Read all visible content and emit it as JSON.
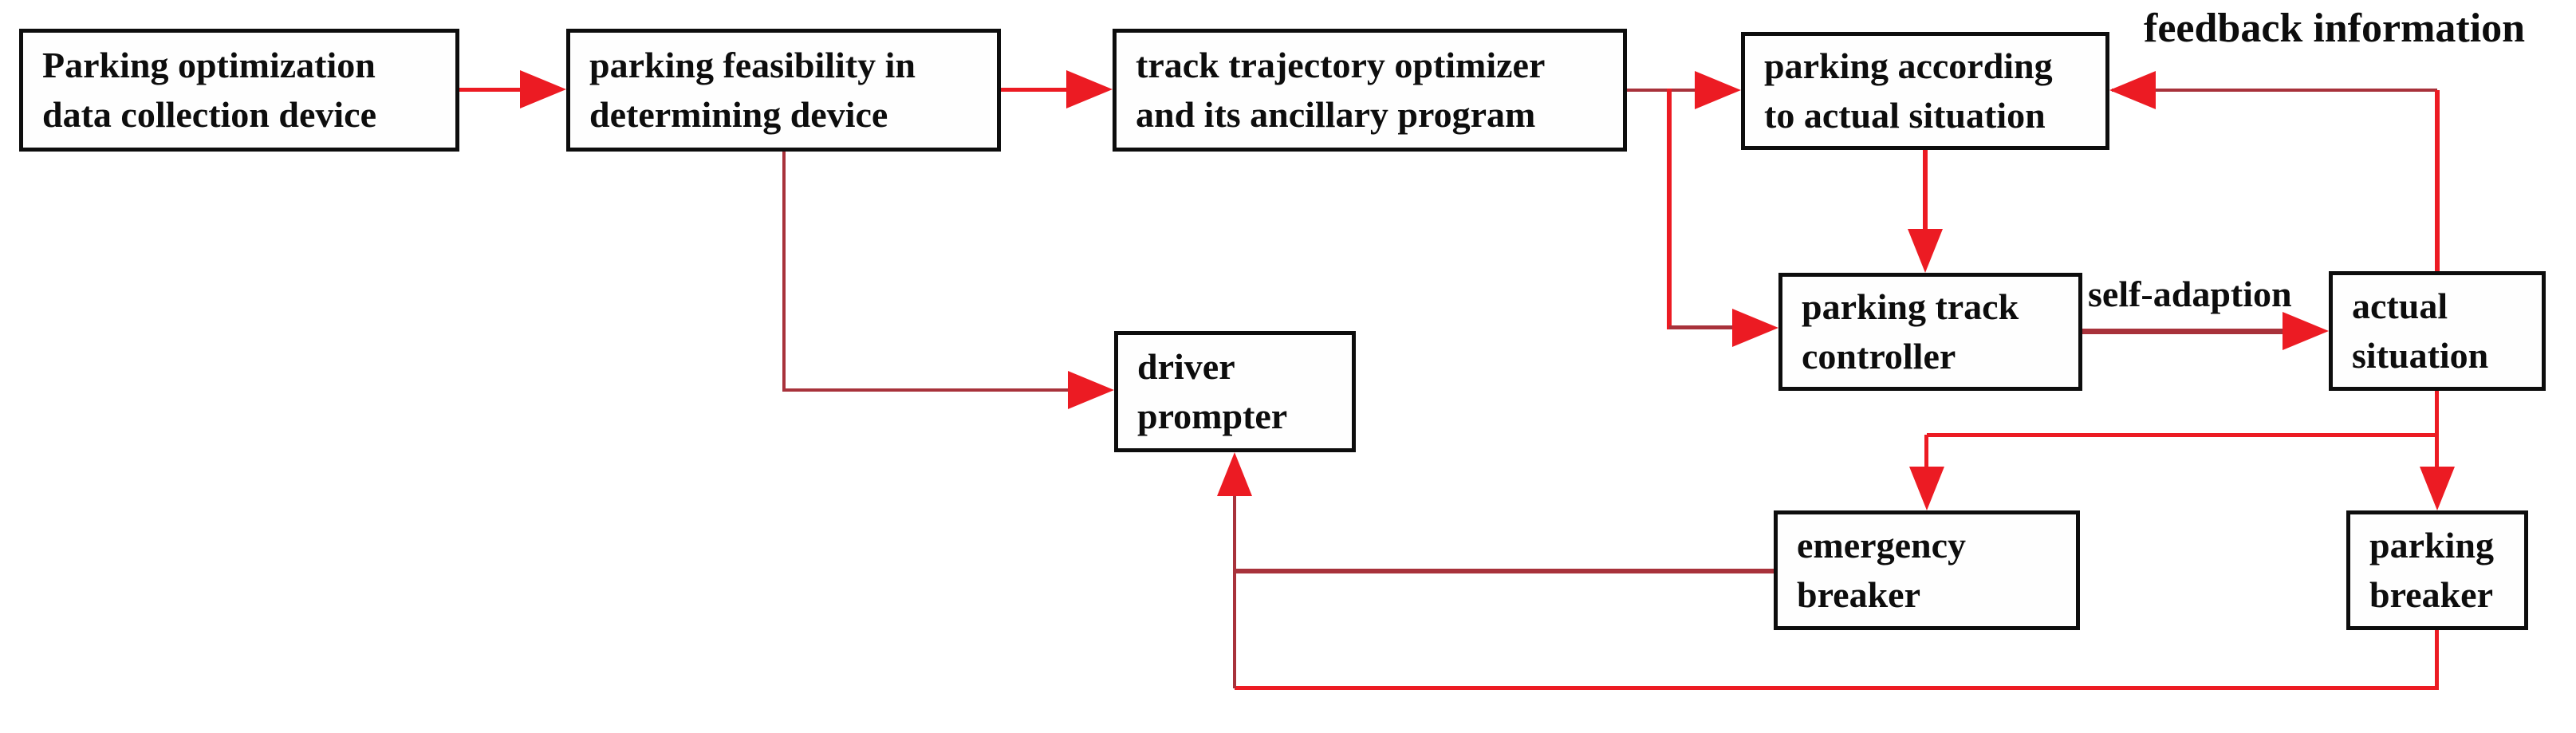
{
  "diagram": {
    "type": "flowchart",
    "background": "#ffffff",
    "colors": {
      "arrow_bright": "#ec1b23",
      "arrow_dark": "#a8323b",
      "box_border": "#0d0d0d",
      "text": "#0d0d0d"
    },
    "nodes": [
      {
        "id": "parking-optimization-data-collection-device",
        "line1": "Parking optimization",
        "line2": "data collection device"
      },
      {
        "id": "parking-feasibility-determining-device",
        "line1": "parking feasibility in",
        "line2": "determining device"
      },
      {
        "id": "track-trajectory-optimizer",
        "line1": "track trajectory optimizer",
        "line2": "and its ancillary program"
      },
      {
        "id": "parking-according-actual-situation",
        "line1": "parking according",
        "line2": "to actual situation"
      },
      {
        "id": "parking-track-controller",
        "line1": "parking track",
        "line2": "controller"
      },
      {
        "id": "actual-situation",
        "line1": "actual",
        "line2": "situation"
      },
      {
        "id": "driver-prompter",
        "line1": "driver",
        "line2": "prompter"
      },
      {
        "id": "emergency-breaker",
        "line1": "emergency",
        "line2": "breaker"
      },
      {
        "id": "parking-breaker",
        "line1": "parking",
        "line2": "breaker"
      }
    ],
    "edge_labels": {
      "feedback": "feedback information",
      "self_adaption": "self-adaption"
    },
    "edges": [
      {
        "from": "parking-optimization-data-collection-device",
        "to": "parking-feasibility-determining-device"
      },
      {
        "from": "parking-feasibility-determining-device",
        "to": "track-trajectory-optimizer"
      },
      {
        "from": "track-trajectory-optimizer",
        "to": "parking-according-actual-situation"
      },
      {
        "from": "track-trajectory-optimizer",
        "to": "parking-track-controller"
      },
      {
        "from": "parking-according-actual-situation",
        "to": "parking-track-controller"
      },
      {
        "from": "parking-track-controller",
        "to": "actual-situation",
        "label": "self-adaption"
      },
      {
        "from": "actual-situation",
        "to": "parking-according-actual-situation",
        "label": "feedback information"
      },
      {
        "from": "actual-situation",
        "to": "emergency-breaker"
      },
      {
        "from": "actual-situation",
        "to": "parking-breaker"
      },
      {
        "from": "emergency-breaker",
        "to": "driver-prompter"
      },
      {
        "from": "parking-breaker",
        "to": "driver-prompter"
      },
      {
        "from": "parking-feasibility-determining-device",
        "to": "driver-prompter"
      }
    ]
  }
}
